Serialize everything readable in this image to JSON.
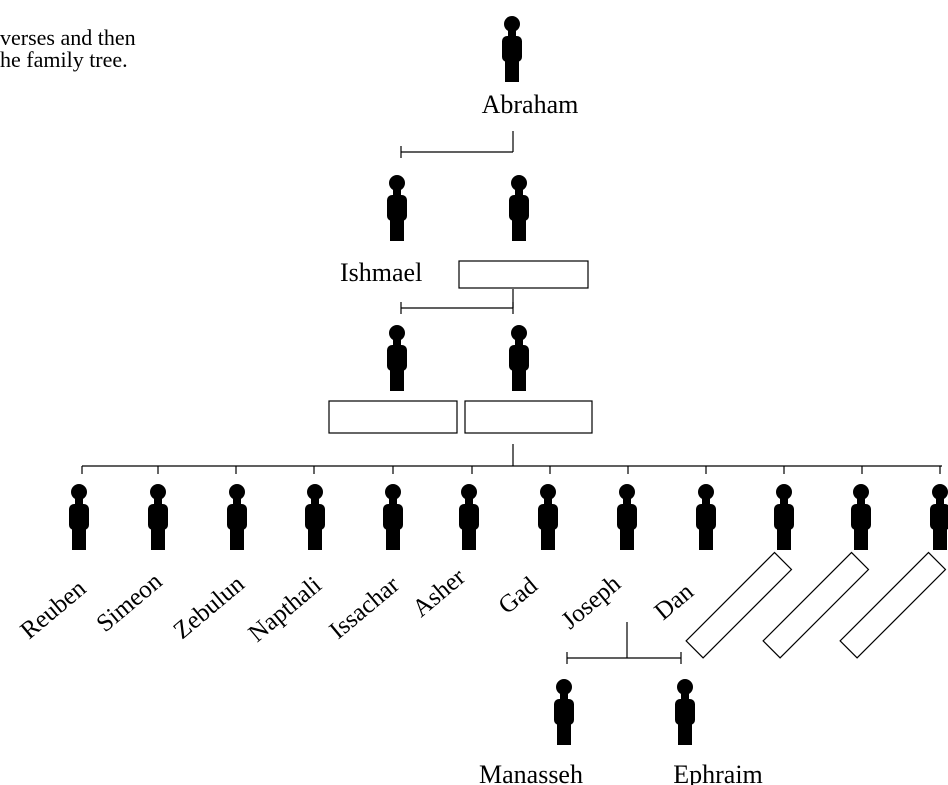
{
  "instructions": {
    "line1": "verses and then",
    "line2": "he family tree."
  },
  "people": {
    "abraham": "Abraham",
    "ishmael": "Ishmael",
    "manasseh": "Manasseh",
    "ephraim": "Ephraim"
  },
  "sons": [
    "Reuben",
    "Simeon",
    "Zebulun",
    "Napthali",
    "Issachar",
    "Asher",
    "Gad",
    "Joseph",
    "Dan"
  ],
  "blanks": {
    "isaac_slot": "",
    "wife1_slot": "",
    "wife2_slot": "",
    "son10_slot": "",
    "son11_slot": "",
    "son12_slot": ""
  }
}
